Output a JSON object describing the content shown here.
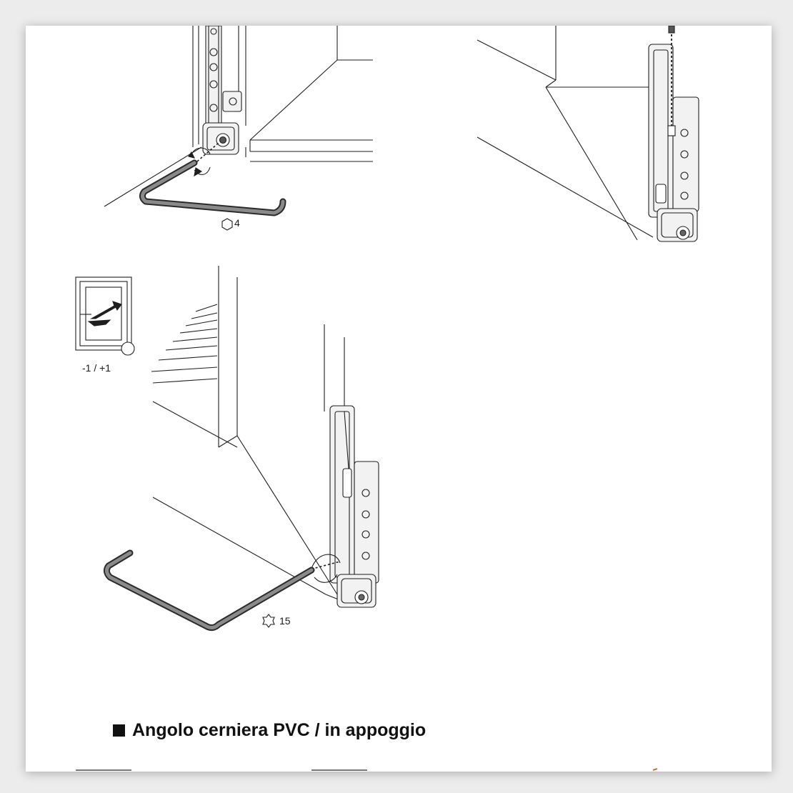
{
  "labels": {
    "hex_key": "4",
    "range": "-1 / +1",
    "torx_key": "15"
  },
  "section": {
    "title": "Angolo cerniera PVC / in appoggio"
  },
  "icons": {
    "hex": "hexagon-icon",
    "torx": "torx-star-icon",
    "bullet": "square-bullet-icon",
    "window_adjust": "window-adjust-icon"
  },
  "colors": {
    "line": "#1f1f1f",
    "hardware_fill": "#f2f2f2",
    "key_fill": "#8a8a8a",
    "page": "#ffffff",
    "background": "#ececec"
  }
}
